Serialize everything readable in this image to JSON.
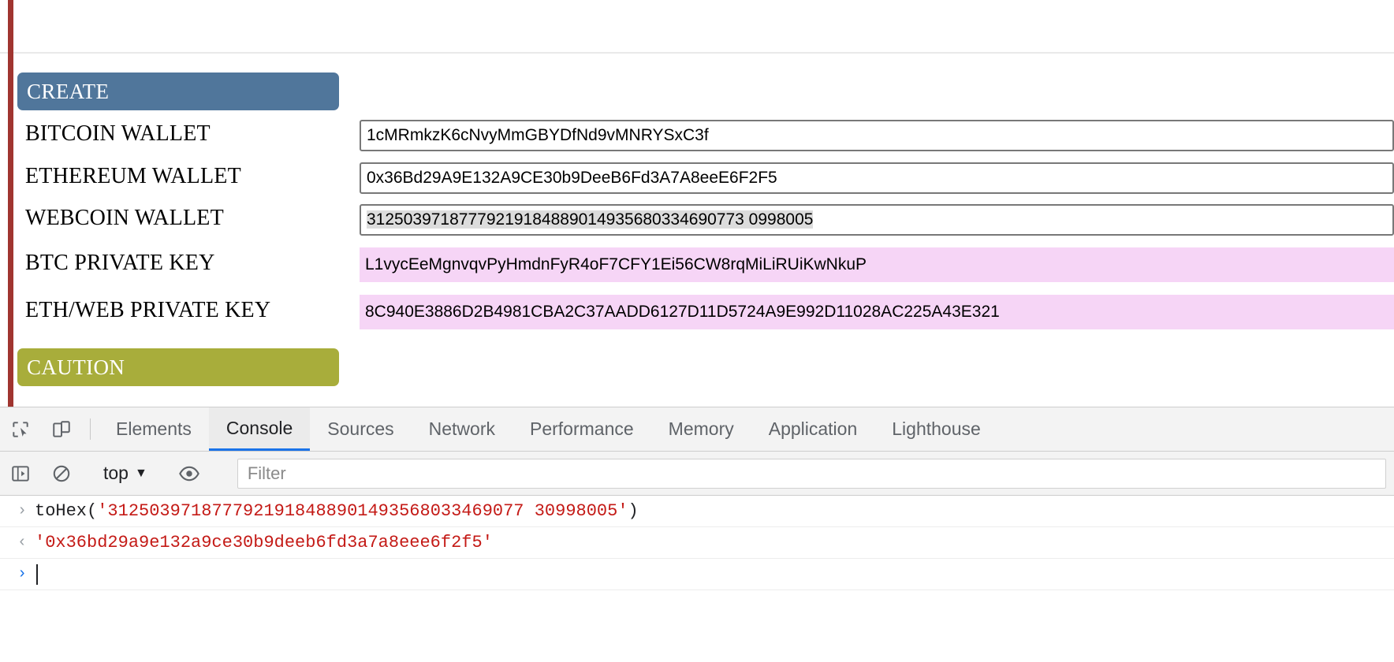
{
  "page": {
    "banners": {
      "create": "CREATE",
      "caution": "CAUTION"
    },
    "rows": [
      {
        "label": "BITCOIN WALLET",
        "value": "1cMRmkzK6cNvyMmGBYDfNd9vMNRYSxC3f"
      },
      {
        "label": "ETHEREUM WALLET",
        "value": "0x36Bd29A9E132A9CE30b9DeeB6Fd3A7A8eeE6F2F5"
      },
      {
        "label": "WEBCOIN WALLET",
        "value": "3125039718777921918488901493568033469077309980 05"
      },
      {
        "label": "BTC PRIVATE KEY",
        "value": "L1vycEeMgnvqvPyHmdnFyR4oF7CFY1Ei56CW8rqMiLiRUiKwNkuP"
      },
      {
        "label": "ETH/WEB PRIVATE KEY",
        "value": "8C940E3886D2B4981CBA2C37AADD6127D11D5724A9E992D11028AC225A43E321"
      }
    ],
    "webcoin_selected_value": "31250397187779219184889014935680334690773 0998005",
    "colors": {
      "create_banner": "#50769b",
      "caution_banner": "#a8ad3b",
      "left_rule": "#a03530",
      "private_key_highlight": "#f6d5f6",
      "selection_highlight": "#dcdcdc"
    }
  },
  "devtools": {
    "inspect_icon": "inspect-element-icon",
    "device_icon": "device-toolbar-icon",
    "tabs": [
      {
        "label": "Elements",
        "active": false
      },
      {
        "label": "Console",
        "active": true
      },
      {
        "label": "Sources",
        "active": false
      },
      {
        "label": "Network",
        "active": false
      },
      {
        "label": "Performance",
        "active": false
      },
      {
        "label": "Memory",
        "active": false
      },
      {
        "label": "Application",
        "active": false
      },
      {
        "label": "Lighthouse",
        "active": false
      }
    ],
    "toolbar": {
      "sidebar_icon": "console-sidebar-icon",
      "clear_icon": "clear-console-icon",
      "context_label": "top",
      "context_caret": "▼",
      "eye_icon": "live-expression-icon",
      "filter_placeholder": "Filter"
    },
    "console": {
      "input_arrow": "›",
      "output_arrow": "‹",
      "prompt_arrow": "›",
      "entries": [
        {
          "type": "input",
          "fn": "toHex(",
          "arg": "'3125039718777921918488901493568033469077 30998005'",
          "close": ")"
        },
        {
          "type": "output",
          "value": "'0x36bd29a9e132a9ce30b9deeb6fd3a7a8eee6f2f5'"
        },
        {
          "type": "prompt",
          "value": ""
        }
      ]
    },
    "accent": "#1a73e8"
  }
}
